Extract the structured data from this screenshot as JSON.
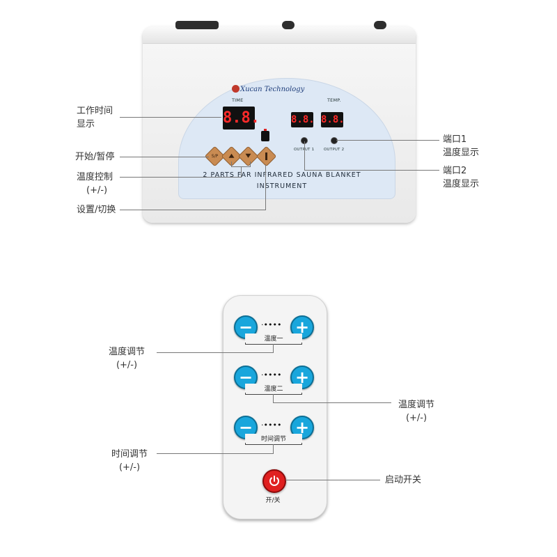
{
  "device": {
    "brand": "Xucan Technology",
    "time_label": "TIME",
    "temp_label": "TEMP.",
    "time_display": "8.8.",
    "temp1_display": "8.8.",
    "temp2_display": "8.8.",
    "output1_label": "OUTPUT 1",
    "output2_label": "OUTPUT 2",
    "key_sp": "S/P",
    "title_line1": "2 PARTS FAR INFRARED SAUNA BLANKET",
    "title_line2": "INSTRUMENT",
    "accent_color": "#c98b52",
    "display_color": "#ff2a2a"
  },
  "device_callouts": {
    "work_time_line1": "工作时间",
    "work_time_line2": "显示",
    "start_pause": "开始/暂停",
    "temp_control_line1": "温度控制",
    "temp_control_line2": "(+/-)",
    "settings_switch": "设置/切换",
    "port1_line1": "端口1",
    "port1_line2": "温度显示",
    "port2_line1": "端口2",
    "port2_line2": "温度显示"
  },
  "remote": {
    "minus_symbol": "−",
    "plus_symbol": "+",
    "dots": "·••••",
    "row1_label": "温度一",
    "row2_label": "温度二",
    "row3_label": "时间调节",
    "power_label": "开/关",
    "button_color": "#19a6dc",
    "power_color": "#e02020"
  },
  "remote_callouts": {
    "temp_adjust1_line1": "温度调节",
    "temp_adjust1_line2": "(+/-)",
    "temp_adjust2_line1": "温度调节",
    "temp_adjust2_line2": "(+/-)",
    "time_adjust_line1": "时间调节",
    "time_adjust_line2": "(+/-)",
    "power_switch": "启动开关"
  }
}
